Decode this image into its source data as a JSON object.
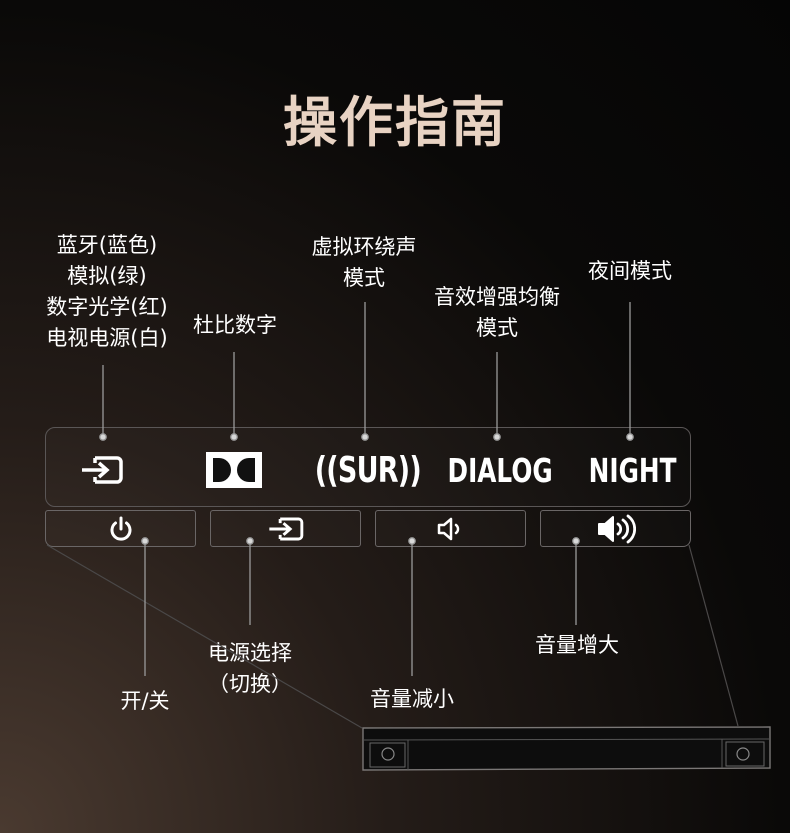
{
  "title": "操作指南",
  "indicators": {
    "input_label_lines": [
      "蓝牙(蓝色)",
      "模拟(绿)",
      "数字光学(红)",
      "电视电源(白)"
    ],
    "dolby_label": "杜比数字",
    "surround_label_lines": [
      "虚拟环绕声",
      "模式"
    ],
    "surround_text": "((SUR))",
    "dialog_label_lines": [
      "音效增强均衡",
      "模式"
    ],
    "dialog_text": "DIALOG",
    "night_label": "夜间模式",
    "night_text": "NIGHT"
  },
  "buttons": {
    "power_label": "开/关",
    "source_label_lines": [
      "电源选择",
      "（切换）"
    ],
    "volume_down_label": "音量减小",
    "volume_up_label": "音量增大"
  },
  "icons": {
    "input": "input-source-icon",
    "dolby": "dolby-logo-icon",
    "power": "power-icon",
    "volume_down": "volume-down-icon",
    "volume_up": "volume-up-icon"
  },
  "colors": {
    "title": "#e8d3c3",
    "text": "#ffffff",
    "panel_border": "#5a5656",
    "leader_line": "#9a9a9a"
  }
}
